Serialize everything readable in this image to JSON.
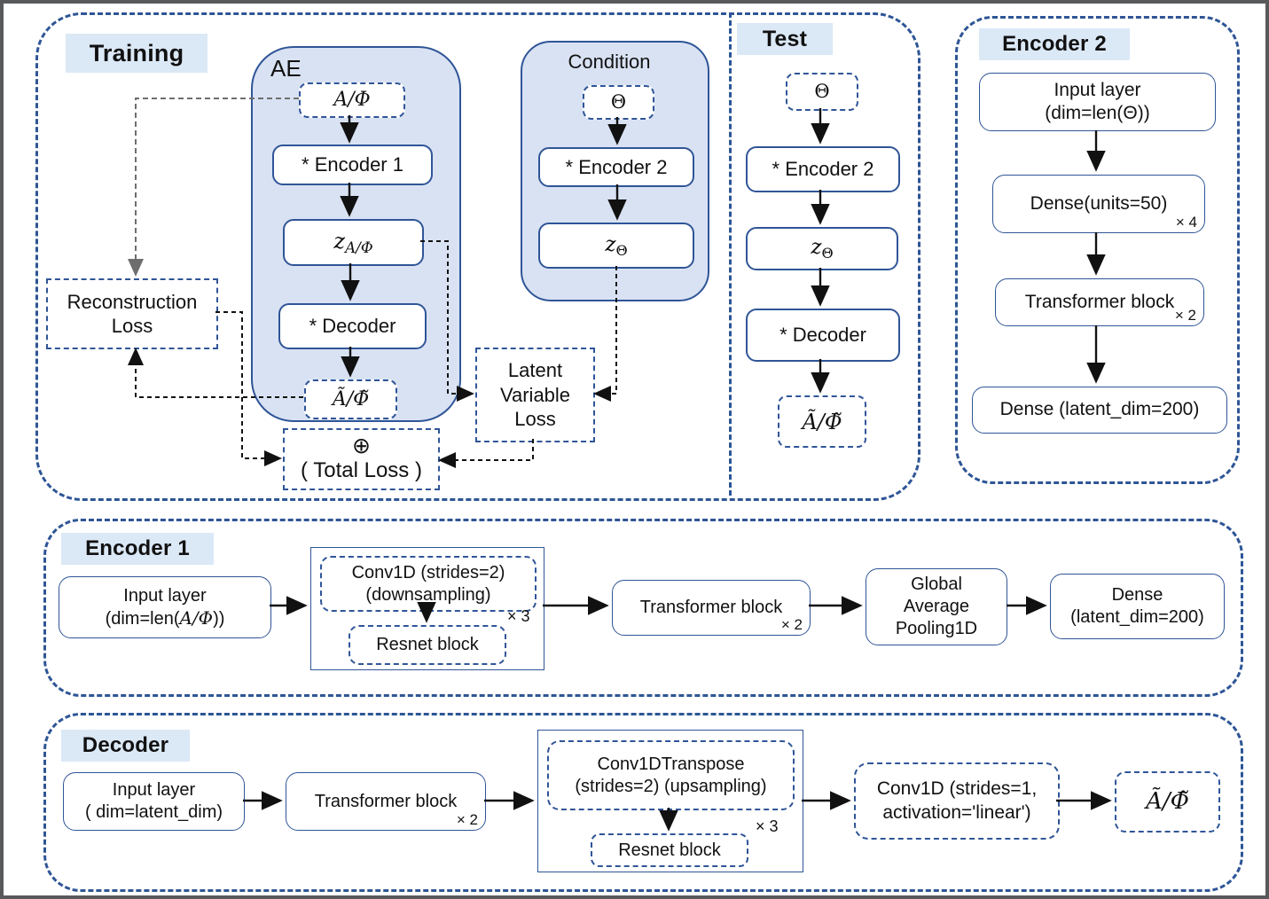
{
  "colors": {
    "accent_border": "#2F5597",
    "panel_dash": "#2E5596",
    "group_fill": "#D9E2F3",
    "title_bg": "#DBE8F6",
    "arrow_black": "#111111",
    "arrow_gray": "#6E6E6E",
    "outer_frame": "#58595B"
  },
  "training": {
    "title": "Training",
    "ae_label": "AE",
    "input": "A/Φ",
    "encoder1": "* Encoder 1",
    "z_main": "z",
    "z_sub": "A/Φ",
    "decoder": "* Decoder",
    "output": "Ã/Φ̃",
    "condition_label": "Condition",
    "cond_input": "Θ",
    "encoder2": "* Encoder 2",
    "cond_z_main": "z",
    "cond_z_sub": "Θ",
    "recon_loss_lines": [
      "Reconstruction",
      "Loss"
    ],
    "latent_loss_lines": [
      "Latent",
      "Variable",
      "Loss"
    ],
    "total_loss_symbol": "⊕",
    "total_loss_label": "( Total Loss )"
  },
  "test": {
    "title": "Test",
    "input": "Θ",
    "encoder2": "* Encoder 2",
    "z_main": "z",
    "z_sub": "Θ",
    "decoder": "* Decoder",
    "output": "Ã/Φ̃"
  },
  "encoder2_panel": {
    "title": "Encoder 2",
    "input_line1": "Input layer",
    "input_line2": "(dim=len(Θ))",
    "dense": "Dense(units=50)",
    "dense_mult": "× 4",
    "transformer": "Transformer block",
    "transformer_mult": "× 2",
    "dense_out": "Dense (latent_dim=200)"
  },
  "encoder1_panel": {
    "title": "Encoder 1",
    "input_line1": "Input layer",
    "input_line2_prefix": "(dim=len(",
    "input_line2_math": "A/Φ",
    "input_line2_suffix": "))",
    "conv_line1": "Conv1D (strides=2)",
    "conv_line2": "(downsampling)",
    "resnet": "Resnet block",
    "conv_mult": "× 3",
    "transformer": "Transformer block",
    "transformer_mult": "× 2",
    "gap_lines": [
      "Global",
      "Average",
      "Pooling1D"
    ],
    "dense_line1": "Dense",
    "dense_line2": "(latent_dim=200)"
  },
  "decoder_panel": {
    "title": "Decoder",
    "input_line1": "Input layer",
    "input_line2": "( dim=latent_dim)",
    "transformer": "Transformer block",
    "transformer_mult": "× 2",
    "convt_line1": "Conv1DTranspose",
    "convt_line2": "(strides=2) (upsampling)",
    "resnet": "Resnet block",
    "conv_mult": "× 3",
    "conv_line1": "Conv1D (strides=1,",
    "conv_line2": "activation='linear')",
    "output": "Ã/Φ̃"
  }
}
